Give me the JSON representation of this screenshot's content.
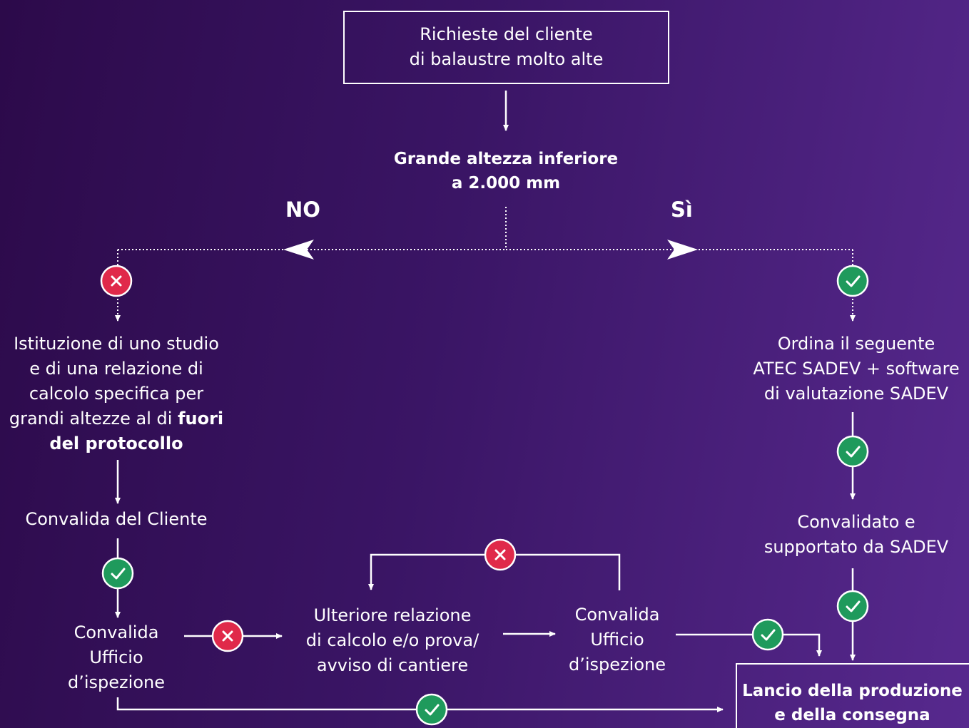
{
  "nodes": {
    "start": {
      "line1": "Richieste del cliente",
      "line2": "di balaustre molto alte"
    },
    "decision": {
      "line1": "Grande altezza inferiore",
      "line2": "a 2.000 mm"
    },
    "branch_no": "NO",
    "branch_yes": "Sì",
    "study": {
      "line1": "Istituzione di uno studio",
      "line2": "e di una relazione di",
      "line3": "calcolo specifica per",
      "line4_prefix": "grandi altezze al di ",
      "line4_bold": "fuori",
      "line5_bold": "del protocollo"
    },
    "client_validation": "Convalida del Cliente",
    "inspection_left": {
      "line1": "Convalida",
      "line2": "Ufficio",
      "line3": "d’ispezione"
    },
    "further_report": {
      "line1": "Ulteriore relazione",
      "line2": "di calcolo e/o prova/",
      "line3": "avviso di cantiere"
    },
    "inspection_mid": {
      "line1": "Convalida",
      "line2": "Ufficio",
      "line3": "d’ispezione"
    },
    "order": {
      "line1": "Ordina il seguente",
      "line2": "ATEC SADEV + software",
      "line3": "di valutazione SADEV"
    },
    "validated": {
      "line1": "Convalidato e",
      "line2": "supportato da SADEV"
    },
    "launch": {
      "line1": "Lancio della produzione",
      "line2": "e della consegna"
    }
  },
  "colors": {
    "background_start": "#2c0a4a",
    "background_end": "#57298e",
    "reject": "#e0294a",
    "approve": "#1f9a5c",
    "line": "#ffffff"
  },
  "icons": {
    "reject": "cross-badge-icon",
    "approve": "check-badge-icon"
  }
}
